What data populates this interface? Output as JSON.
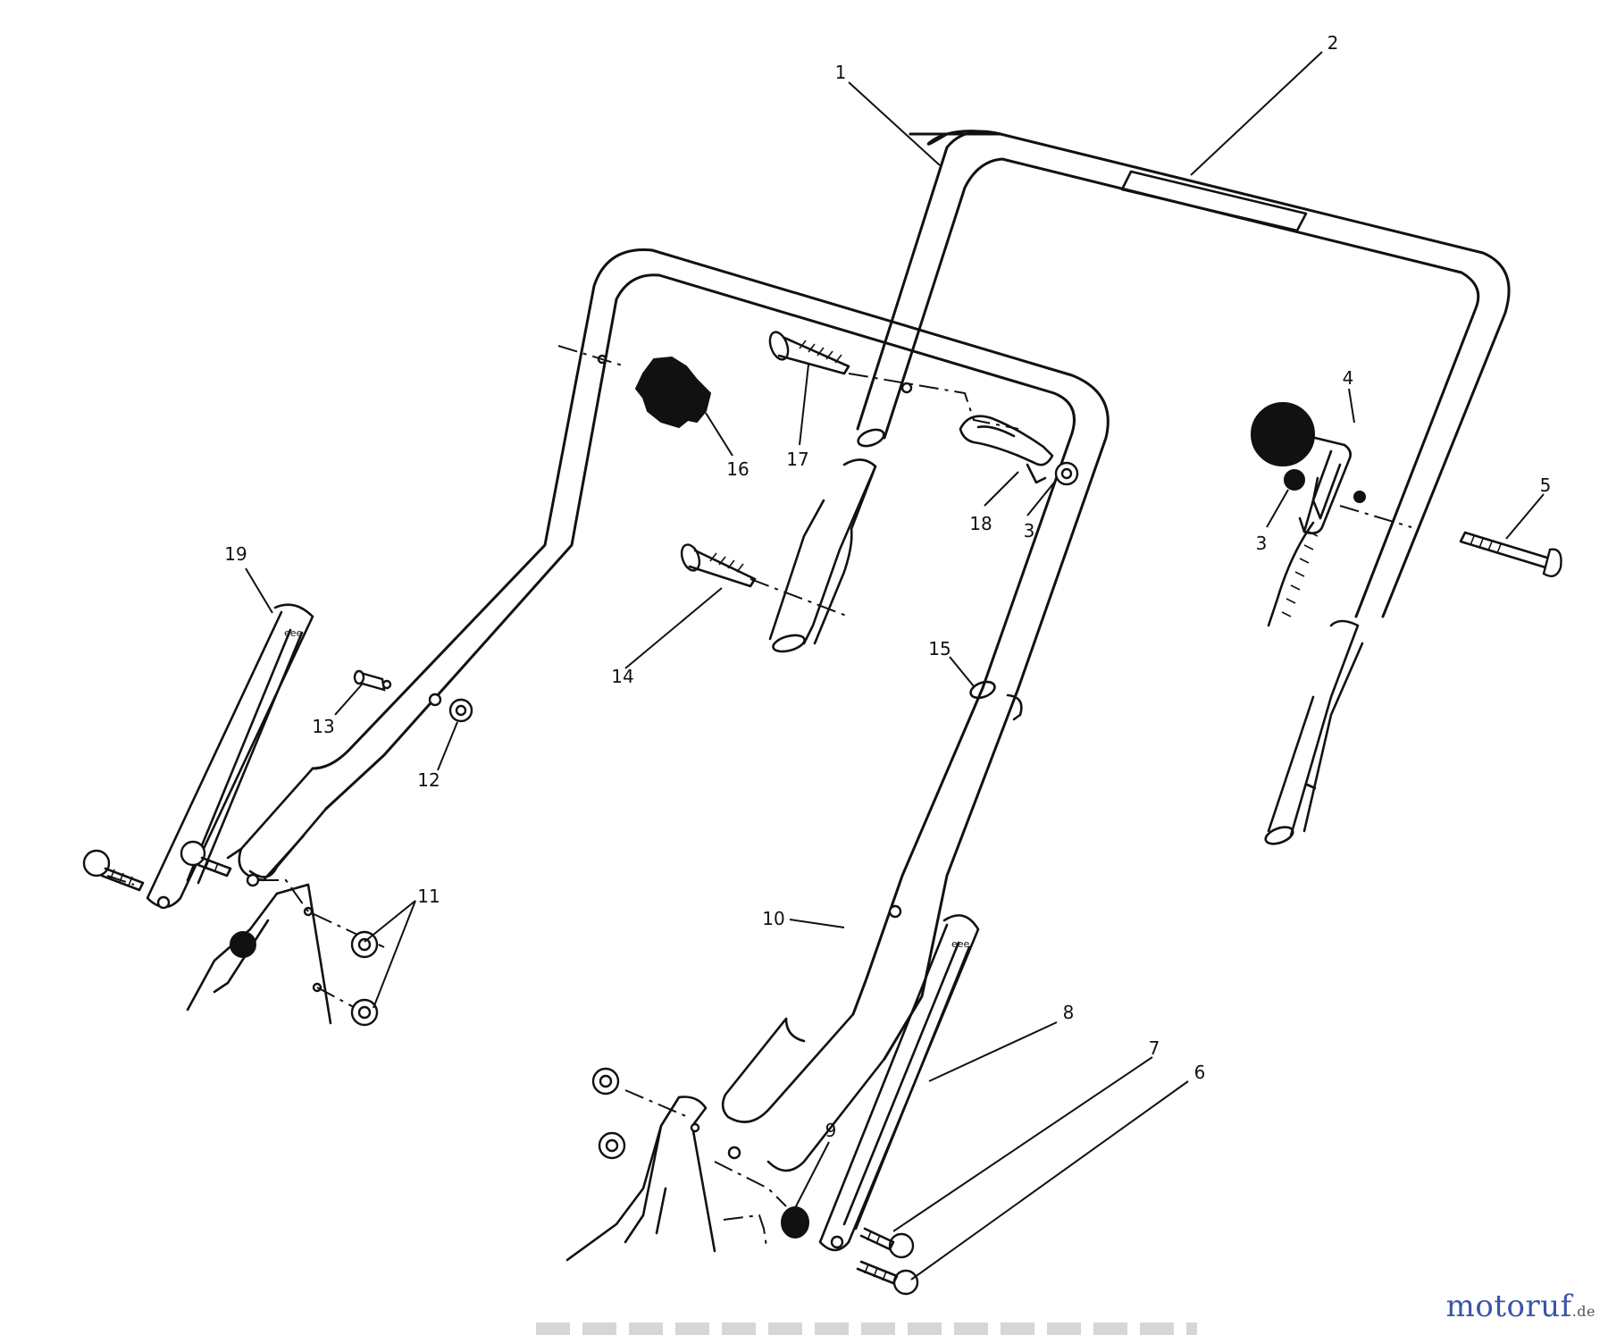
{
  "diagram": {
    "callouts": [
      "1",
      "2",
      "3",
      "3",
      "4",
      "5",
      "6",
      "7",
      "8",
      "9",
      "10",
      "11",
      "12",
      "13",
      "14",
      "15",
      "16",
      "17",
      "18",
      "19"
    ]
  },
  "watermark": {
    "text": "motoruf",
    "tld": ".de"
  }
}
